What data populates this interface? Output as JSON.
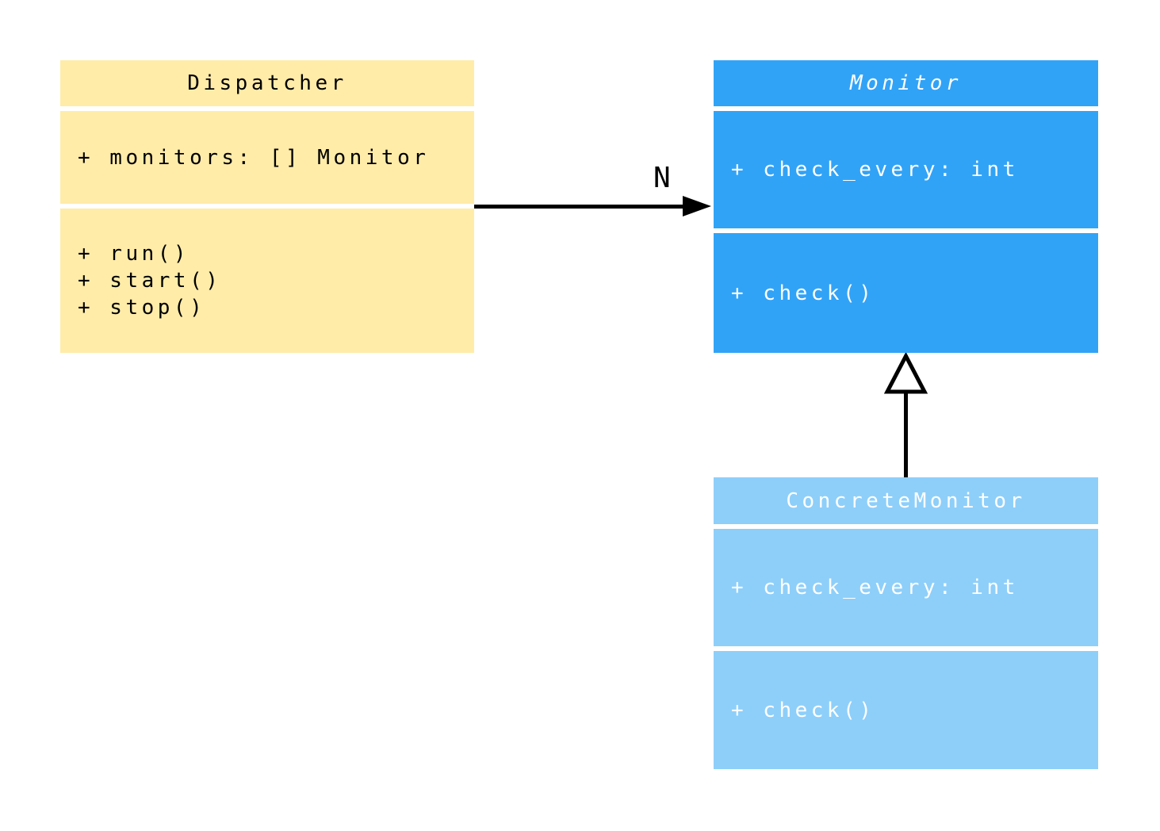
{
  "diagram": {
    "type": "uml-class-diagram",
    "background_color": "#ffffff",
    "classes": {
      "dispatcher": {
        "name": "Dispatcher",
        "attributes": [
          "+ monitors: [] Monitor"
        ],
        "methods": [
          "+ run()",
          "+ start()",
          "+ stop()"
        ],
        "fill": "#ffeca9",
        "text_color": "#000000",
        "italic_title": false
      },
      "monitor": {
        "name": "Monitor",
        "attributes": [
          "+ check_every: int"
        ],
        "methods": [
          "+ check()"
        ],
        "fill": "#31a3f7",
        "text_color": "#ffffff",
        "italic_title": true
      },
      "concrete_monitor": {
        "name": "ConcreteMonitor",
        "attributes": [
          "+ check_every: int"
        ],
        "methods": [
          "+ check()"
        ],
        "fill": "#8ecffa",
        "text_color": "#ffffff",
        "italic_title": false
      }
    },
    "relations": {
      "association": {
        "from": "Dispatcher",
        "to": "Monitor",
        "label": "N",
        "style": "solid-line-filled-arrowhead",
        "color": "#000000"
      },
      "inheritance": {
        "from": "ConcreteMonitor",
        "to": "Monitor",
        "style": "solid-line-hollow-triangle",
        "color": "#000000"
      }
    }
  }
}
